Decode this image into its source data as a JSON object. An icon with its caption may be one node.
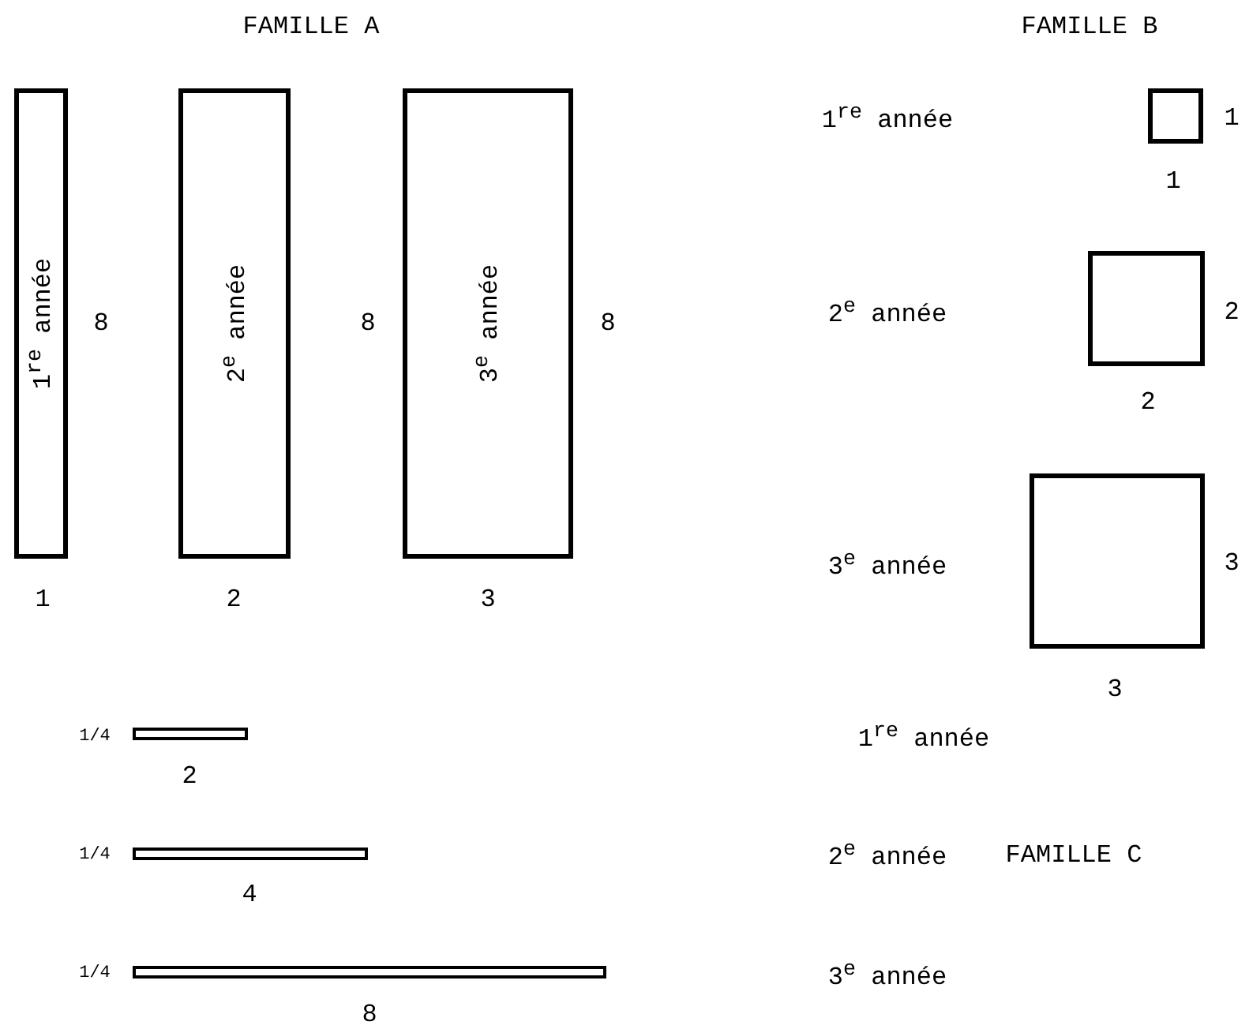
{
  "diagram": {
    "nodes": [
      {
        "text": [
          "1$^{re}$ année"
        ]
      },
      {
        "text": [
          "2$^{e}$ année"
        ]
      },
      {
        "text": [
          "3$^{e}$ année"
        ]
      },
      {
        "text": [],
        "shape": "box"
      },
      {
        "text": [],
        "shape": "box"
      },
      {
        "text": [],
        "shape": "box"
      },
      {
        "text": [],
        "shape": "bar"
      },
      {
        "text": [],
        "shape": "bar"
      },
      {
        "text": [],
        "shape": "bar"
      }
    ],
    "labels": [
      "FAMILLE A",
      "FAMILLE B",
      "1$^{re}$ année",
      "1",
      "8",
      "8",
      "8",
      "1",
      "2$^{e}$ année",
      "2",
      "2",
      "3$^{e}$ année",
      "3",
      "1",
      "2",
      "3",
      "3",
      "1/4",
      "1$^{re}$ année",
      "2",
      "1/4",
      "2$^{e}$ année",
      "FAMILLE C",
      "4",
      "1/4",
      "3$^{e}$ année",
      "8"
    ]
  }
}
